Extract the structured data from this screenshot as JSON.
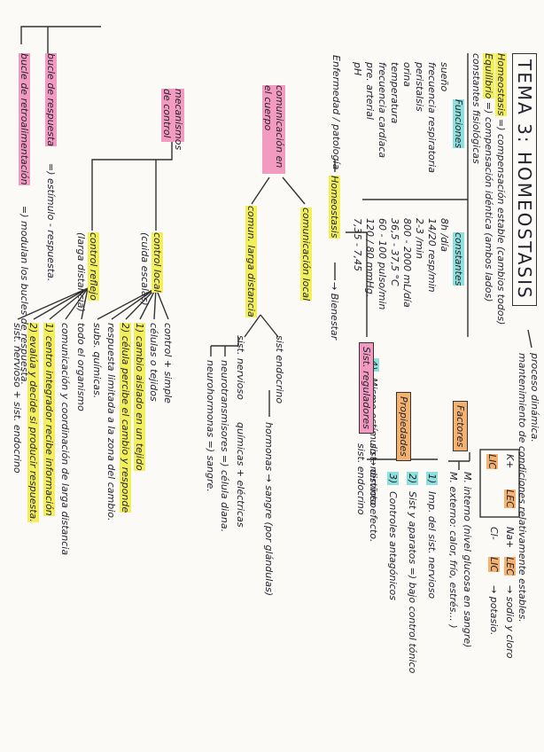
{
  "title": "TEMA 3: HOMEOSTASIS",
  "header": {
    "proceso": "proceso dinámica.",
    "mantenimiento": "mantenimiento de condiciones relativamente estables.",
    "homeostasis": "Homeostasis",
    "homeo_def": "=) compensación estable (cambios todos)",
    "equilibrio": "Equilibrio",
    "equilibrio_def": "=) compensación idéntica (ambos lados)",
    "constantes": "constantes fisiológicas"
  },
  "constantes_table": {
    "left_header": "Funciones",
    "right_header": "constantes",
    "rows": [
      {
        "label": "sueño",
        "value": "8h /día"
      },
      {
        "label": "frecuencia respiratoria",
        "value": "14/20 resp/min"
      },
      {
        "label": "peristalsis",
        "value": "2-3 /min"
      },
      {
        "label": "orina",
        "value": "800 - 2000 mL/día"
      },
      {
        "label": "temperatura",
        "value": "36,5 - 37,5 °C"
      },
      {
        "label": "frecuencia cardíaca",
        "value": "60 - 100 pulso/min"
      },
      {
        "label": "pre. arterial",
        "value": "120 / 80 mmHg."
      },
      {
        "label": "pH",
        "value": "7,35 - 7,45"
      }
    ]
  },
  "electrolitos": {
    "k": "K+",
    "lic": "LIC",
    "lec": "LEC",
    "na": "Na+",
    "cl": "Cl-",
    "lec2": "LEC",
    "lic2": "LIC",
    "sodio": "→ sodio y cloro",
    "potasio": "→ potasio."
  },
  "factores": {
    "label": "Factores",
    "interno": "M. interno (nivel glucosa en sangre)",
    "externo": "M. externo: calor, frío, estrés... )"
  },
  "propiedades": {
    "label": "Propiedades",
    "items": [
      {
        "num": "1)",
        "text": "Imp. del sist. nervioso"
      },
      {
        "num": "2)",
        "text": "Sist y aparatos =) bajo control tónico"
      },
      {
        "num": "3)",
        "text": "Controles antagónicos"
      },
      {
        "num": "4)",
        "text": "Mismo estímulo ↔ distinto efecto."
      }
    ]
  },
  "regulacion": {
    "enfermedad": "Enfermedad / patología",
    "homeostasis_node": "Homeostasis",
    "bienestar": "→ Bienestar",
    "sist_reguladores": "Sist. reguladores",
    "sist_nervioso": "sist. nervioso",
    "sist_endocrino": "sist. endocrino"
  },
  "comunicacion": {
    "node": "comunicación en el cuerpo",
    "local": "comunicación local",
    "larga": "comun. larga distancia",
    "endocrino": "sist endocrino",
    "hormonas": "hormonas → sangre (por glándulas)",
    "nervioso": "sist. nervioso",
    "quimicas": "químicas + eléctricas",
    "neurotransmisores": "neurotransmisores =) célula diana.",
    "neurohormonas": "neurohormonas =) sangre."
  },
  "mecanismos": {
    "node": "mecanismos de control",
    "local_title": "control local",
    "local_sub": "(cuida escalas)",
    "local_items": [
      "control + simple",
      "células o tejidos",
      "1) cambio aislado en un tejido",
      "2) célula percibe el cambio y responde",
      "respuesta limitada a la zona del cambio.",
      "subs. químicas."
    ],
    "reflejo_title": "control reflejo",
    "reflejo_sub": "(larga distancia)",
    "reflejo_items": [
      "todo el organismo",
      "comunicación y coordinación de larga distancia",
      "1) centro integrador recibe información",
      "2) evalúa y decide si producir respuesta.",
      "sist. nervioso + sist. endocrino"
    ]
  },
  "bucles": {
    "respuesta_label": "bucle de respuesta",
    "respuesta_def": "=) estímulo - respuesta.",
    "retro_label": "bucle de retroalimentación",
    "retro_def": "=) modulan los bucles de respuesta."
  }
}
